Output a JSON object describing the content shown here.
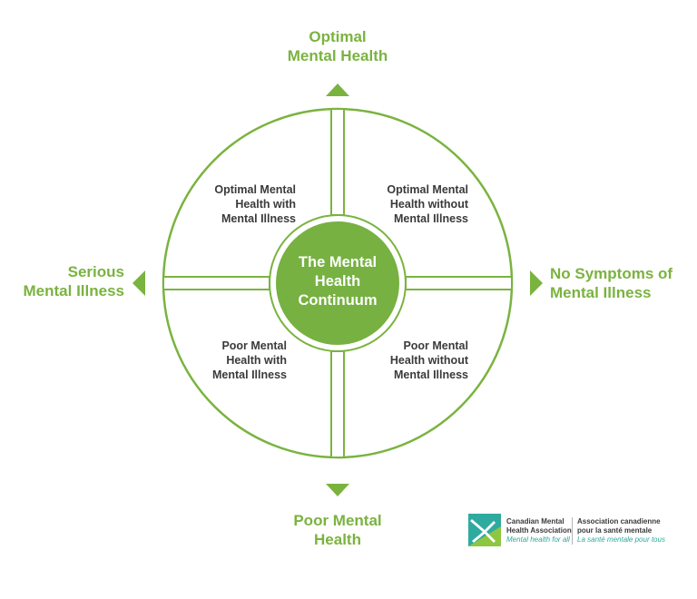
{
  "diagram": {
    "center": {
      "lines": [
        "The Mental",
        "Health",
        "Continuum"
      ]
    },
    "axes": {
      "top": {
        "lines": [
          "Optimal",
          "Mental Health"
        ]
      },
      "bottom": {
        "lines": [
          "Poor Mental",
          "Health"
        ]
      },
      "left": {
        "lines": [
          "Serious",
          "Mental Illness"
        ]
      },
      "right": {
        "lines": [
          "No Symptoms of",
          "Mental Illness"
        ]
      }
    },
    "quadrants": {
      "top_left": {
        "lines": [
          "Optimal Mental",
          "Health with",
          "Mental Illness"
        ]
      },
      "top_right": {
        "lines": [
          "Optimal Mental",
          "Health without",
          "Mental Illness"
        ]
      },
      "bottom_left": {
        "lines": [
          "Poor Mental",
          "Health with",
          "Mental Illness"
        ]
      },
      "bottom_right": {
        "lines": [
          "Poor Mental",
          "Health without",
          "Mental Illness"
        ]
      }
    },
    "colors": {
      "accent": "#7ab33f",
      "center_fill": "#76b141",
      "text_dark": "#3a3a3a"
    }
  },
  "logo": {
    "en": {
      "lines": [
        "Canadian Mental",
        "Health Association"
      ],
      "tagline": "Mental health for all"
    },
    "fr": {
      "lines": [
        "Association canadienne",
        "pour la santé mentale"
      ],
      "tagline": "La santé mentale pour tous"
    },
    "colors": {
      "teal": "#2eaaa0",
      "green": "#8dc63f"
    }
  }
}
